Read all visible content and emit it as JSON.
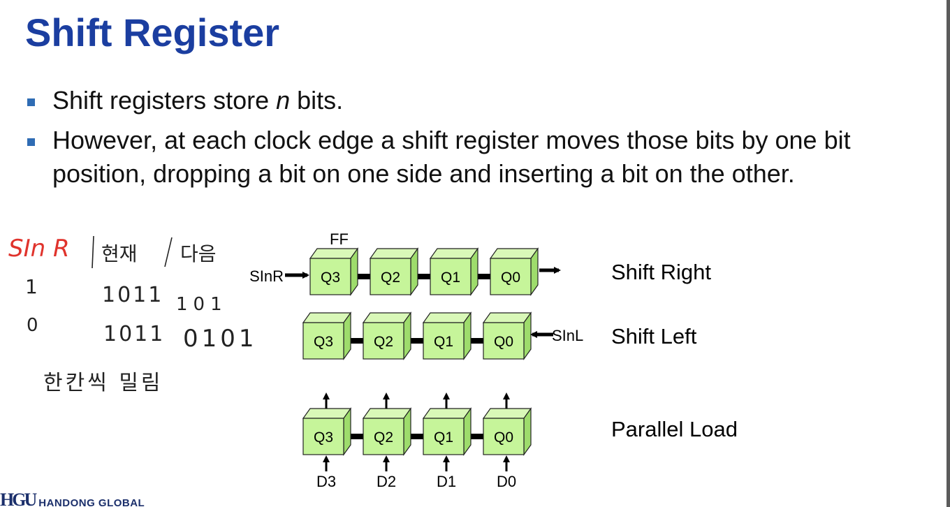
{
  "slide": {
    "title": "Shift Register",
    "bullets": [
      {
        "before": "Shift registers store ",
        "emph": "n",
        "after": " bits."
      },
      {
        "text": "However, at each clock edge a shift register moves those bits by one bit position, dropping a bit on one side and inserting a bit on the other."
      }
    ]
  },
  "diagram": {
    "ff_label": "FF",
    "rows": [
      {
        "caption": "Shift Right",
        "cells": [
          "Q3",
          "Q2",
          "Q1",
          "Q0"
        ],
        "input": "SInR"
      },
      {
        "caption": "Shift Left",
        "cells": [
          "Q3",
          "Q2",
          "Q1",
          "Q0"
        ],
        "input": "SInL"
      },
      {
        "caption": "Parallel Load",
        "cells": [
          "Q3",
          "Q2",
          "Q1",
          "Q0"
        ],
        "inputs": [
          "D3",
          "D2",
          "D1",
          "D0"
        ]
      }
    ]
  },
  "handwriting": {
    "header": [
      "SIn R",
      "현재",
      "다음"
    ],
    "rows": [
      [
        "1",
        "1011",
        "101"
      ],
      [
        "0",
        "1011",
        "0101"
      ]
    ],
    "note": "한칸씩 밀림"
  },
  "footer": {
    "logo_mark": "HGU",
    "logo_text": "HANDONG GLOBAL"
  },
  "colors": {
    "title": "#1b3ea0",
    "bullet": "#2f6cb4",
    "cube_face": "#c6f59a",
    "cube_top": "#d9f8b8",
    "cube_side": "#9edc6c",
    "handwriting_red": "#e0332c"
  }
}
